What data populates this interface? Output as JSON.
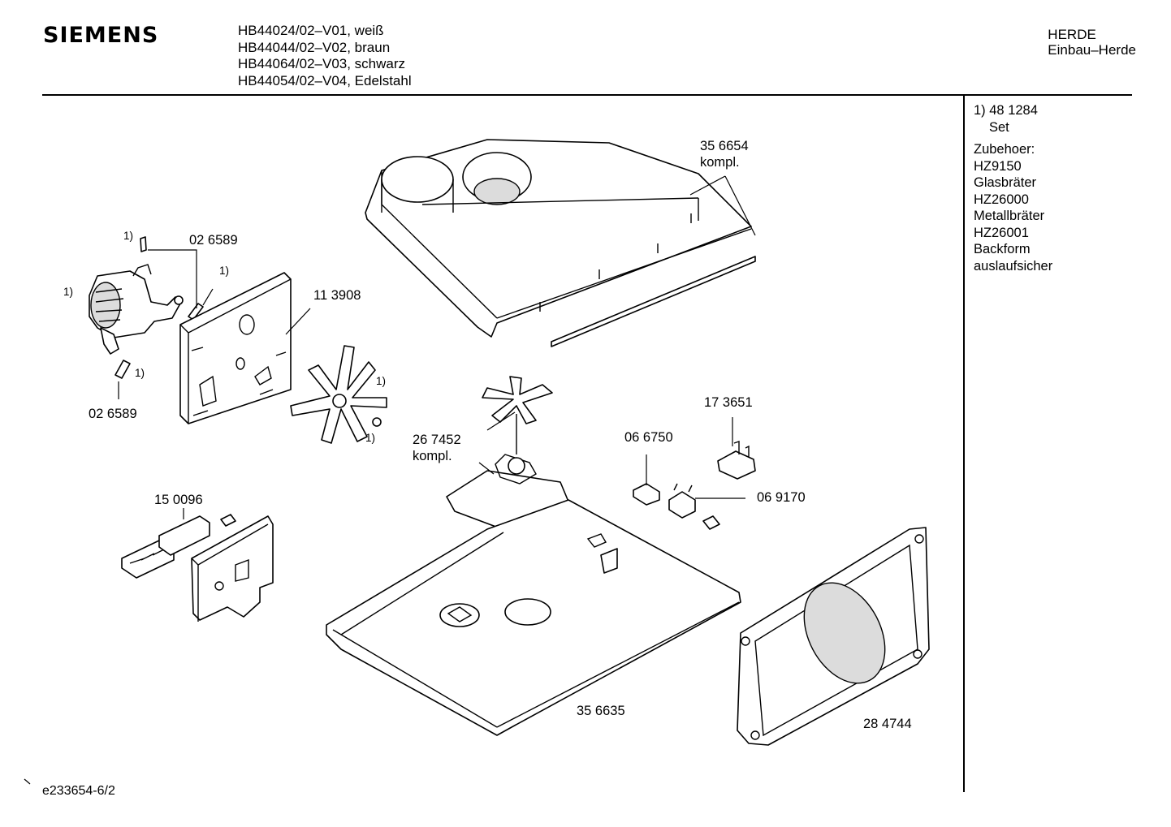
{
  "header": {
    "brand": "SIEMENS",
    "models": [
      "HB44024/02–V01, weiß",
      "HB44044/02–V02, braun",
      "HB44064/02–V03, schwarz",
      "HB44054/02–V04, Edelstahl"
    ],
    "category": [
      "HERDE",
      "Einbau–Herde"
    ]
  },
  "sidebar": {
    "set_note": "1) 48 1284",
    "set_label": "Set",
    "accessories_title": "Zubehoer:",
    "accessories": [
      "HZ9150",
      "Glasbräter",
      "HZ26000",
      "Metallbräter",
      "HZ26001",
      "Backform",
      "auslaufsicher"
    ]
  },
  "parts": {
    "p356654": "35 6654",
    "p356654_note": "kompl.",
    "p026589_top": "02 6589",
    "p026589_bottom": "02 6589",
    "p113908": "11 3908",
    "p267452": "26 7452",
    "p267452_note": "kompl.",
    "p173651": "17 3651",
    "p066750": "06 6750",
    "p069170": "06 9170",
    "p150096": "15 0096",
    "p356635": "35 6635",
    "p284744": "28 4744"
  },
  "footnote_mark": "1)",
  "footer": {
    "drawing_id": "e233654-6/2"
  }
}
